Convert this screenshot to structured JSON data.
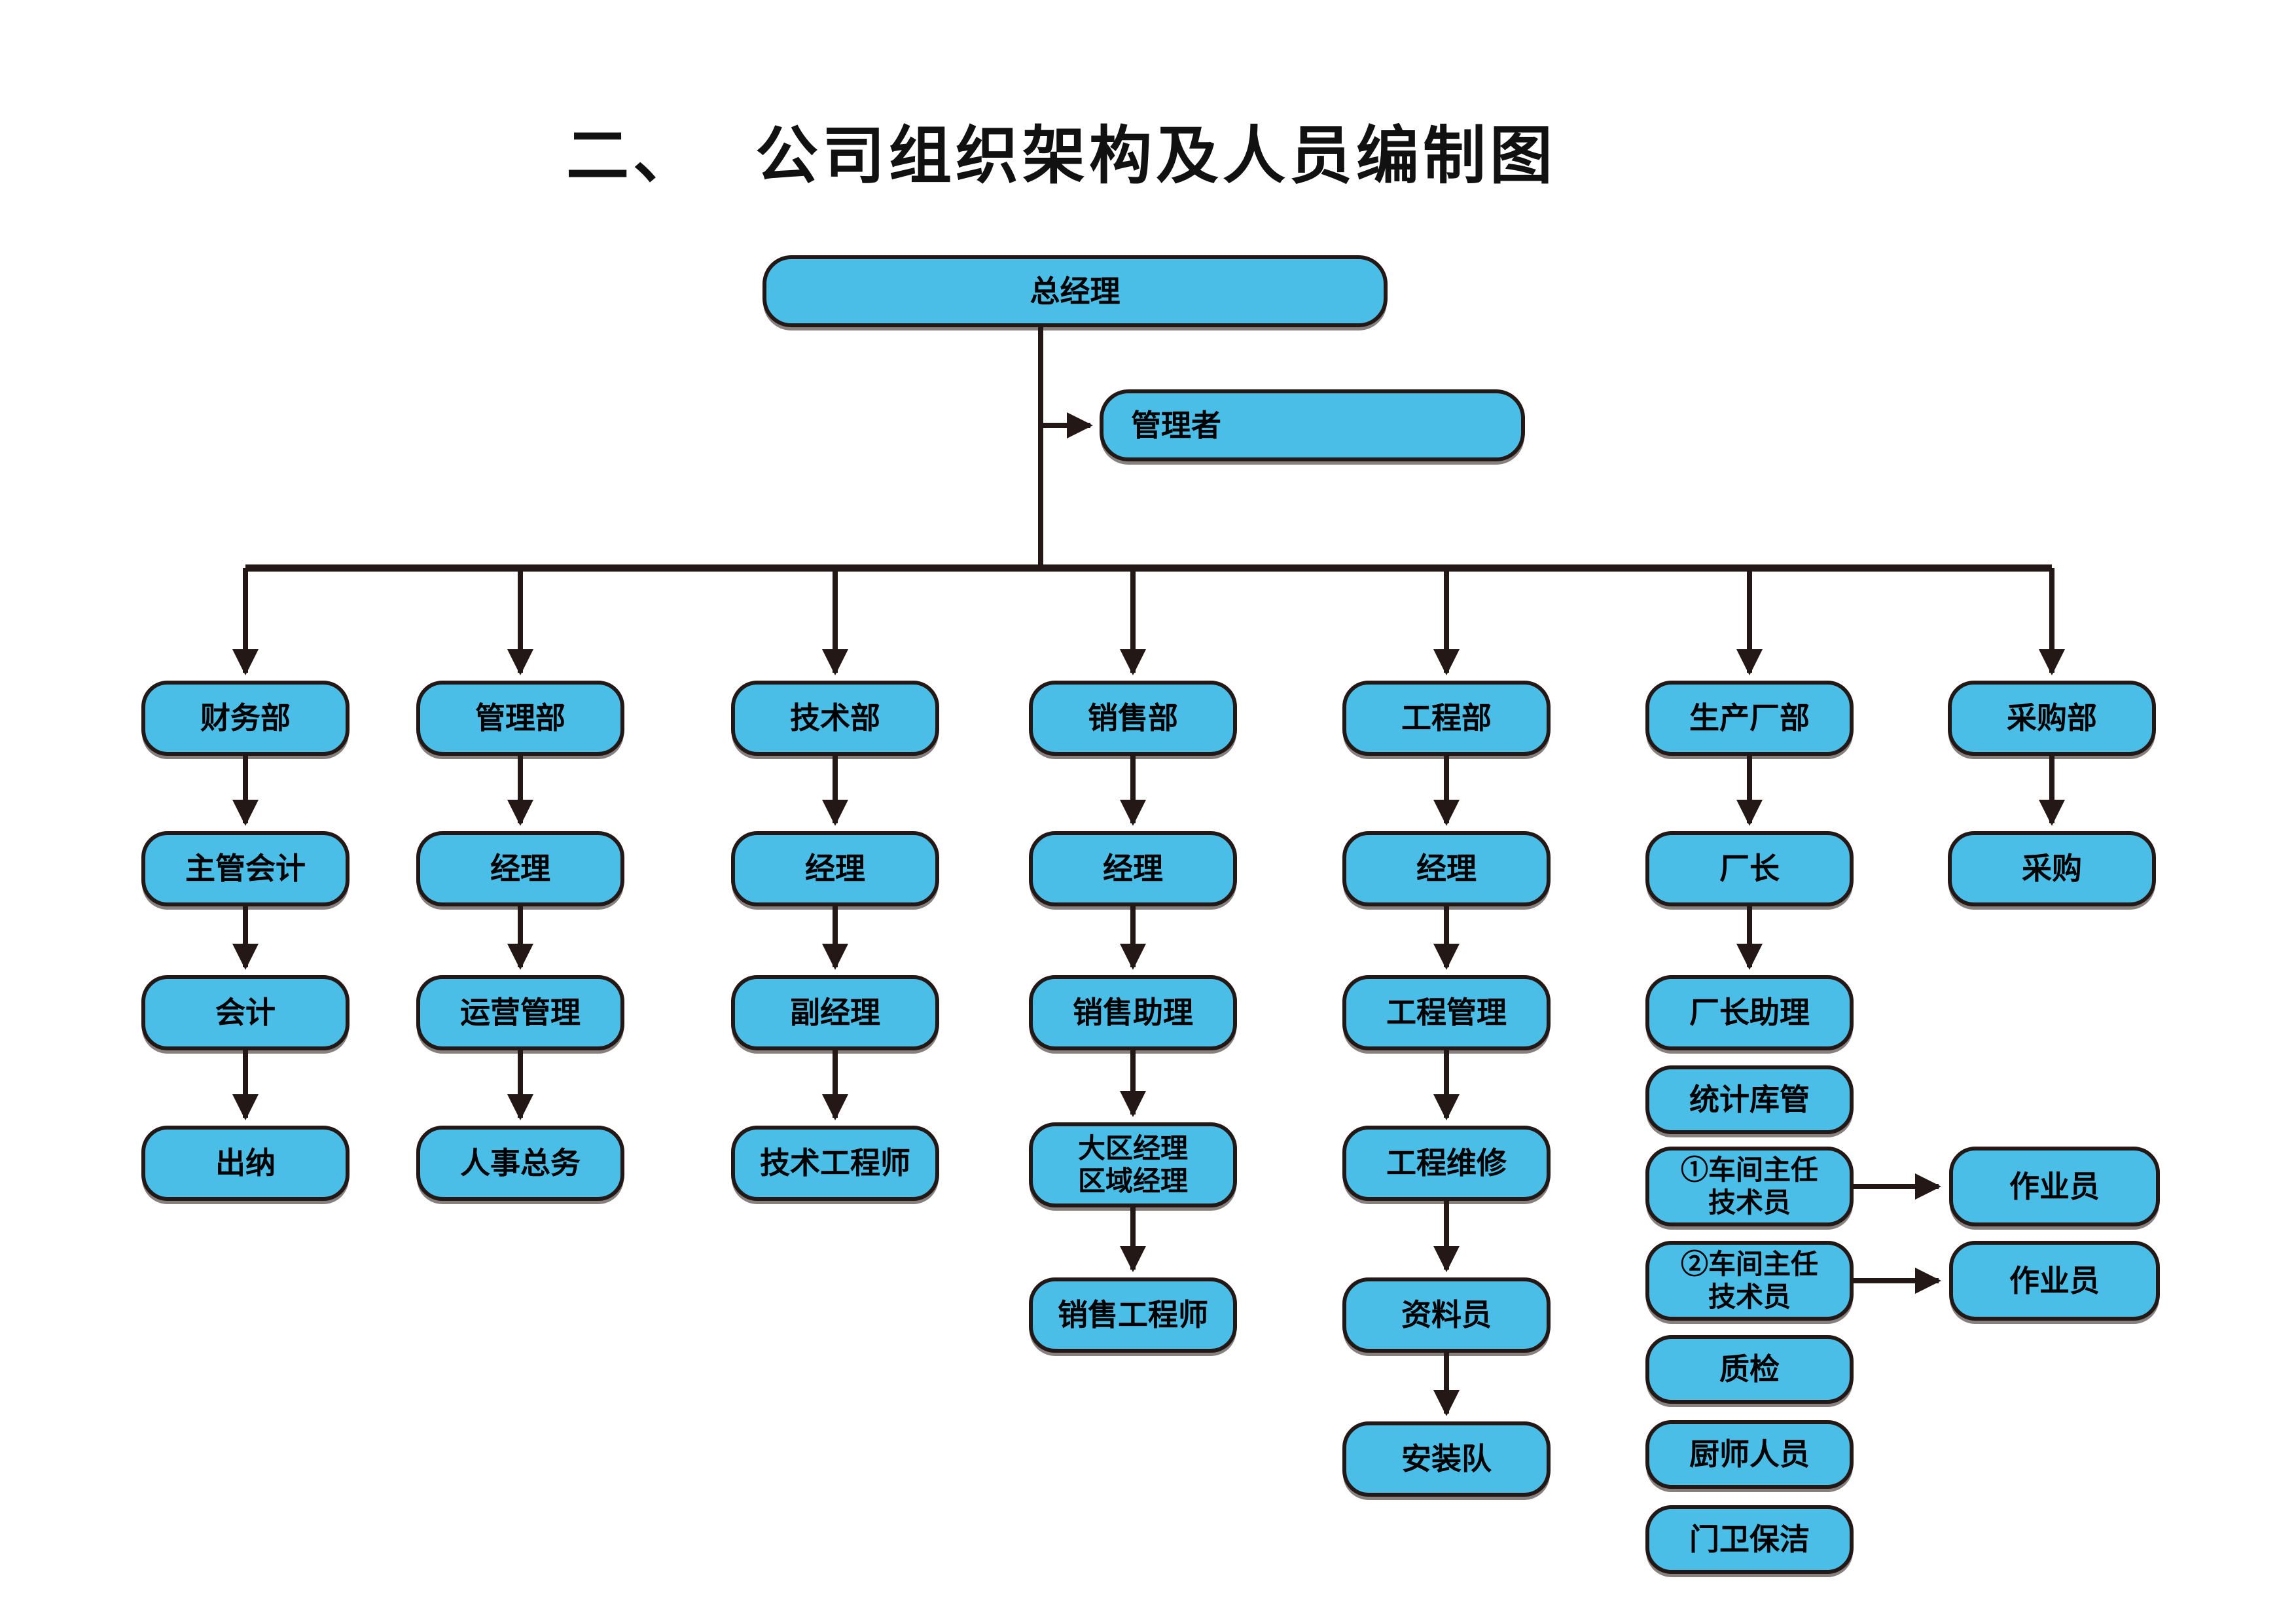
{
  "title": {
    "number": "二、",
    "text": "公司组织架构及人员编制图"
  },
  "colors": {
    "node_fill": "#4BBEE8",
    "node_border": "#231815",
    "connector": "#231815",
    "text": "#000000",
    "background": "#FFFFFF"
  },
  "chart": {
    "type": "org-chart",
    "root": {
      "label": "总经理"
    },
    "staff": {
      "label": "管理者"
    },
    "columns": [
      {
        "dept": "财务部",
        "children": [
          "主管会计",
          "会计",
          "出纳"
        ]
      },
      {
        "dept": "管理部",
        "children": [
          "经理",
          "运营管理",
          "人事总务"
        ]
      },
      {
        "dept": "技术部",
        "children": [
          "经理",
          "副经理",
          "技术工程师"
        ]
      },
      {
        "dept": "销售部",
        "children": [
          "经理",
          "销售助理",
          [
            "大区经理",
            "区域经理"
          ],
          "销售工程师"
        ]
      },
      {
        "dept": "工程部",
        "children": [
          "经理",
          "工程管理",
          "工程维修",
          "资料员",
          "安装队"
        ]
      },
      {
        "dept": "生产厂部",
        "children": [
          "厂长",
          "厂长助理",
          "统计库管",
          [
            "①车间主任",
            "技术员"
          ],
          [
            "②车间主任",
            "技术员"
          ],
          "质检",
          "厨师人员",
          "门卫保洁"
        ]
      },
      {
        "dept": "采购部",
        "children": [
          "采购"
        ]
      }
    ],
    "workers": [
      "作业员",
      "作业员"
    ]
  }
}
